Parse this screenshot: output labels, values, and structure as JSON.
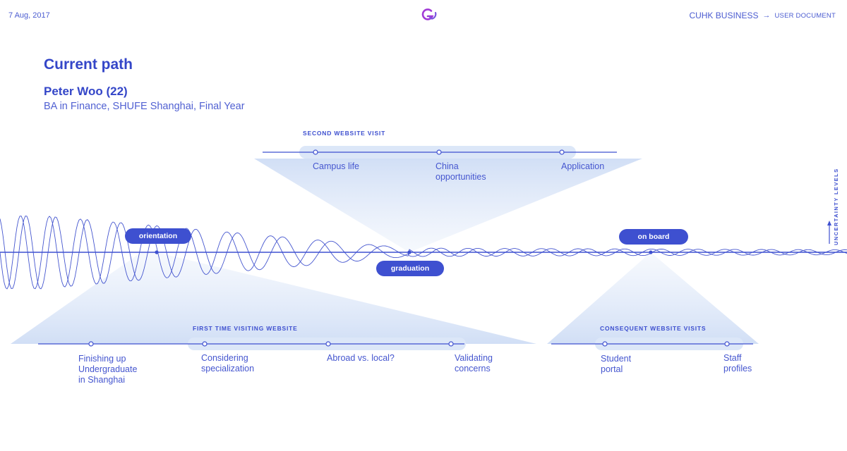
{
  "header": {
    "date": "7 Aug, 2017",
    "brand": "CUHK BUSINESS",
    "arrow": "→",
    "section": "USER DOCUMENT",
    "logo_icon": "g-logo-icon"
  },
  "page": {
    "title": "Current path",
    "person_name": "Peter Woo (22)",
    "person_details": "BA in Finance, SHUFE Shanghai, Final Year"
  },
  "axis_label": "UNCERTAINTY LEVELS",
  "milestones": {
    "orientation": "orientation",
    "graduation": "graduation",
    "on_board": "on board"
  },
  "second_visit": {
    "heading": "SECOND WEBSITE VISIT",
    "points": [
      "Campus life",
      "China\nopportunities",
      "Application"
    ]
  },
  "first_visit": {
    "heading": "FIRST TIME VISITING WEBSITE",
    "points": [
      "Finishing up\nUndergraduate\nin Shanghai",
      "Considering\nspecialization",
      "Abroad vs. local?",
      "Validating\nconcerns"
    ]
  },
  "consequent_visits": {
    "heading": "CONSEQUENT WEBSITE VISITS",
    "points": [
      "Student\nportal",
      "Staff\nprofiles"
    ]
  },
  "colors": {
    "primary": "#3e50d0",
    "soft_blue": "#dce7f8",
    "logo_purple": "#a13ad6"
  }
}
